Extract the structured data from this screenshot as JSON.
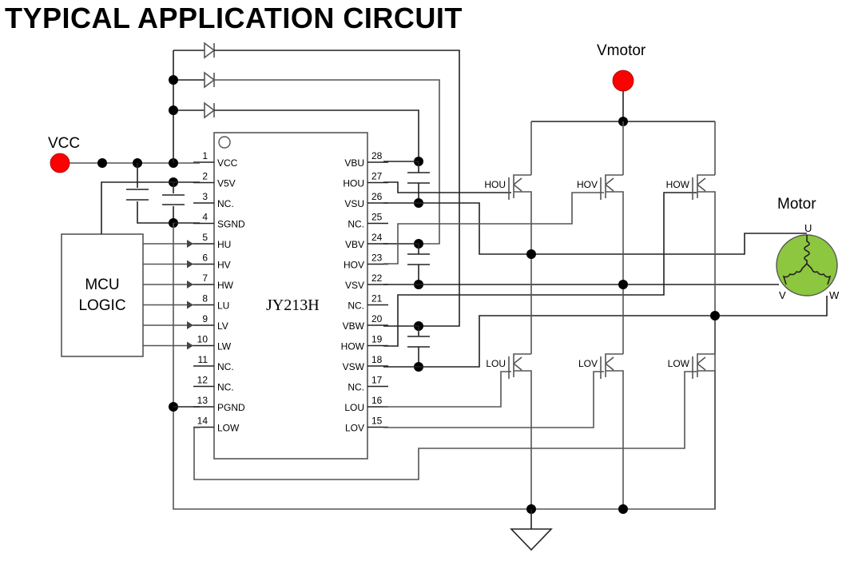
{
  "title": "TYPICAL APPLICATION CIRCUIT",
  "chip": {
    "name": "JY213H",
    "left_pins": [
      {
        "num": "1",
        "name": "VCC"
      },
      {
        "num": "2",
        "name": "V5V"
      },
      {
        "num": "3",
        "name": "NC."
      },
      {
        "num": "4",
        "name": "SGND"
      },
      {
        "num": "5",
        "name": "HU"
      },
      {
        "num": "6",
        "name": "HV"
      },
      {
        "num": "7",
        "name": "HW"
      },
      {
        "num": "8",
        "name": "LU"
      },
      {
        "num": "9",
        "name": "LV"
      },
      {
        "num": "10",
        "name": "LW"
      },
      {
        "num": "11",
        "name": "NC."
      },
      {
        "num": "12",
        "name": "NC."
      },
      {
        "num": "13",
        "name": "PGND"
      },
      {
        "num": "14",
        "name": "LOW"
      }
    ],
    "right_pins": [
      {
        "num": "28",
        "name": "VBU"
      },
      {
        "num": "27",
        "name": "HOU"
      },
      {
        "num": "26",
        "name": "VSU"
      },
      {
        "num": "25",
        "name": "NC."
      },
      {
        "num": "24",
        "name": "VBV"
      },
      {
        "num": "23",
        "name": "HOV"
      },
      {
        "num": "22",
        "name": "VSV"
      },
      {
        "num": "21",
        "name": "NC."
      },
      {
        "num": "20",
        "name": "VBW"
      },
      {
        "num": "19",
        "name": "HOW"
      },
      {
        "num": "18",
        "name": "VSW"
      },
      {
        "num": "17",
        "name": "NC."
      },
      {
        "num": "16",
        "name": "LOU"
      },
      {
        "num": "15",
        "name": "LOV"
      }
    ]
  },
  "mcu": {
    "line1": "MCU",
    "line2": "LOGIC"
  },
  "vcc_label": "VCC",
  "vmotor_label": "Vmotor",
  "motor": {
    "label": "Motor",
    "phases": [
      "U",
      "V",
      "W"
    ],
    "color": "#8DC63F"
  },
  "mosfets": {
    "high": [
      "HOU",
      "HOV",
      "HOW"
    ],
    "low": [
      "LOU",
      "LOV",
      "LOW"
    ]
  },
  "colors": {
    "supply_node": "#FF0000",
    "motor_fill": "#8DC63F"
  }
}
